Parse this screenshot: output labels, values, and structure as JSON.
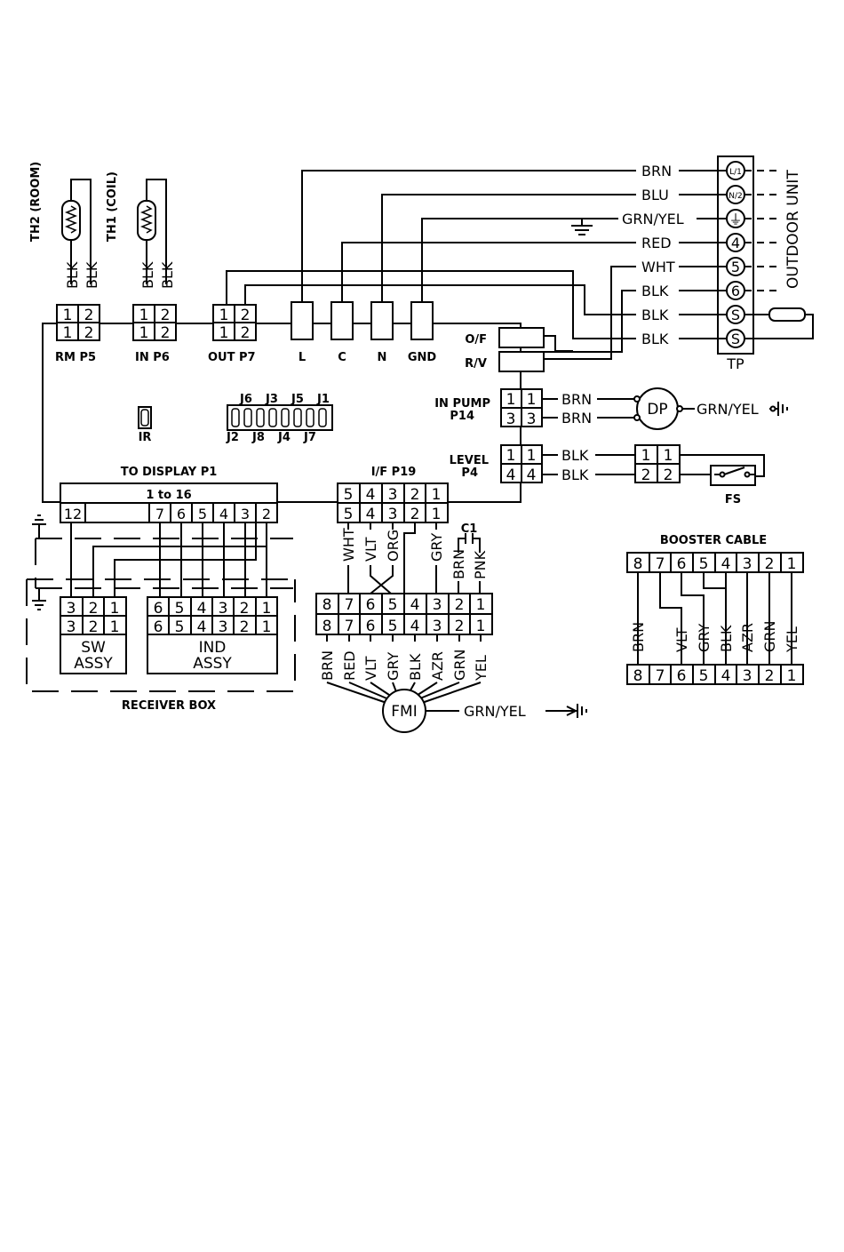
{
  "tp": {
    "terminals": [
      "L/1",
      "N/2",
      "⏚",
      "4",
      "5",
      "6",
      "S",
      "S"
    ],
    "label": "TP",
    "outdoor_label": "OUTDOOR UNIT"
  },
  "tp_wires": [
    "BRN",
    "BLU",
    "GRN/YEL",
    "RED",
    "WHT",
    "BLK",
    "BLK",
    "BLK"
  ],
  "sensors": {
    "th2": "TH2 (ROOM)",
    "th1": "TH1 (COIL)",
    "wire": "BLK"
  },
  "pcb_connectors": {
    "p5": "RM P5",
    "p6": "IN P6",
    "p7": "OUT P7",
    "pin1": "1",
    "pin2": "2"
  },
  "pcb_terminals": [
    "L",
    "C",
    "N",
    "GND"
  ],
  "relays": {
    "of": "O/F",
    "rv": "R/V"
  },
  "in_pump": {
    "label1": "IN PUMP",
    "label2": "P14",
    "pins": [
      "1",
      "3"
    ],
    "wires": [
      "BRN",
      "BRN"
    ],
    "device": "DP",
    "ground": "GRN/YEL"
  },
  "level": {
    "label1": "LEVEL",
    "label2": "P4",
    "pins": [
      "1",
      "4"
    ],
    "wires": [
      "BLK",
      "BLK"
    ],
    "plug_pins": [
      "1",
      "2"
    ],
    "switch": "FS"
  },
  "jumpers": {
    "top": [
      "J6",
      "J3",
      "J5",
      "J1"
    ],
    "bottom": [
      "J2",
      "J8",
      "J4",
      "J7"
    ],
    "ir": "IR"
  },
  "display": {
    "title": "TO DISPLAY P1",
    "range": "1 to 16",
    "pins": [
      "12",
      "7",
      "6",
      "5",
      "4",
      "3",
      "2"
    ]
  },
  "receiver": {
    "label": "RECEIVER BOX",
    "sw_pins": [
      "3",
      "2",
      "1"
    ],
    "sw_label1": "SW",
    "sw_label2": "ASSY",
    "ind_pins": [
      "6",
      "5",
      "4",
      "3",
      "2",
      "1"
    ],
    "ind_label1": "IND",
    "ind_label2": "ASSY"
  },
  "if": {
    "title": "I/F P19",
    "pins": [
      "5",
      "4",
      "3",
      "2",
      "1"
    ],
    "wires": [
      "WHT",
      "VLT",
      "ORG",
      "GRY"
    ],
    "cap": "C1",
    "cap_wires": [
      "BRN",
      "PNK"
    ]
  },
  "fmi": {
    "pins": [
      "8",
      "7",
      "6",
      "5",
      "4",
      "3",
      "2",
      "1"
    ],
    "wires": [
      "BRN",
      "RED",
      "VLT",
      "GRY",
      "BLK",
      "AZR",
      "GRN",
      "YEL"
    ],
    "label": "FMI",
    "ground": "GRN/YEL"
  },
  "booster": {
    "title": "BOOSTER CABLE",
    "pins": [
      "8",
      "7",
      "6",
      "5",
      "4",
      "3",
      "2",
      "1"
    ],
    "wires": [
      "BRN",
      "VLT",
      "GRY",
      "BLK",
      "AZR",
      "GRN",
      "YEL"
    ]
  }
}
